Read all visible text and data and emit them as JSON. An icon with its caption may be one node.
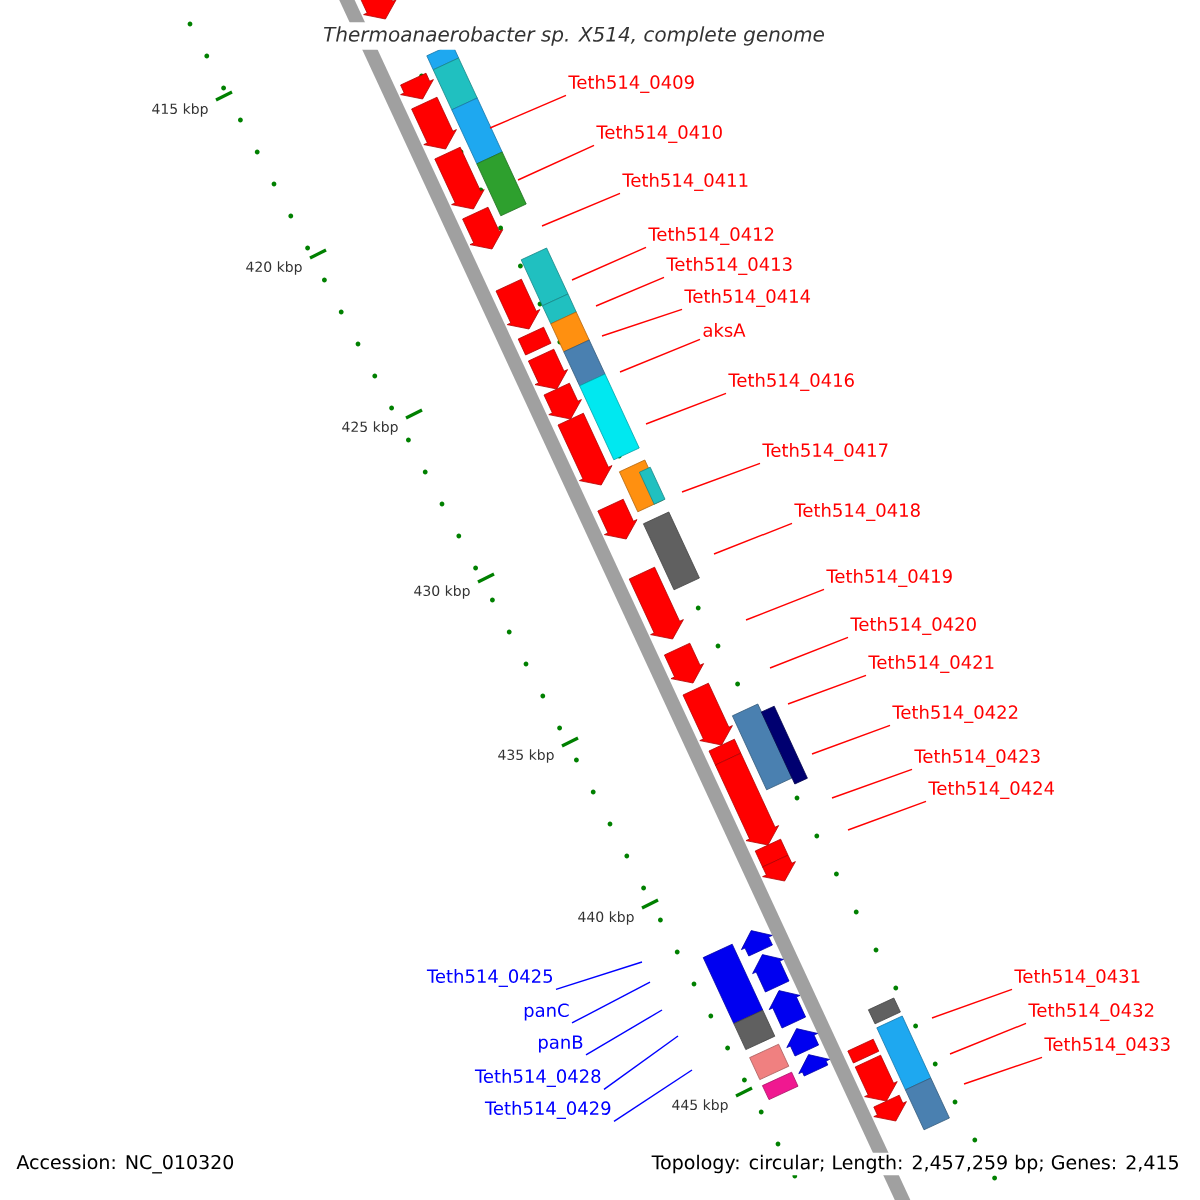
{
  "diagram": {
    "title": "Thermoanaerobacter sp. X514, complete genome",
    "nodes": [
      {
        "text": [
          "Teth514_0409"
        ]
      },
      {
        "text": [
          "Teth514_0410"
        ]
      },
      {
        "text": [
          "Teth514_0411"
        ]
      },
      {
        "text": [
          "Teth514_0412"
        ]
      },
      {
        "text": [
          "Teth514_0413"
        ]
      },
      {
        "text": [
          "Teth514_0414"
        ]
      },
      {
        "text": [
          "aksA"
        ]
      },
      {
        "text": [
          "Teth514_0416"
        ]
      },
      {
        "text": [
          "Teth514_0417"
        ]
      },
      {
        "text": [
          "Teth514_0418"
        ]
      },
      {
        "text": [
          "Teth514_0419"
        ]
      },
      {
        "text": [
          "Teth514_0420"
        ]
      },
      {
        "text": [
          "Teth514_0421"
        ]
      },
      {
        "text": [
          "Teth514_0422"
        ]
      },
      {
        "text": [
          "Teth514_0423"
        ]
      },
      {
        "text": [
          "Teth514_0424"
        ]
      },
      {
        "text": [
          "Teth514_0425"
        ]
      },
      {
        "text": [
          "panC"
        ]
      },
      {
        "text": [
          "panB"
        ]
      },
      {
        "text": [
          "Teth514_0428"
        ]
      },
      {
        "text": [
          "Teth514_0429"
        ]
      },
      {
        "text": [
          "Teth514_0431"
        ]
      },
      {
        "text": [
          "Teth514_0432"
        ]
      },
      {
        "text": [
          "Teth514_0433"
        ]
      }
    ],
    "edges": [
      {
        "from": 0,
        "to": null,
        "arrow": "none"
      },
      {
        "from": 1,
        "to": null,
        "arrow": "none"
      },
      {
        "from": 2,
        "to": null,
        "arrow": "none"
      },
      {
        "from": 3,
        "to": null,
        "arrow": "none"
      },
      {
        "from": 4,
        "to": null,
        "arrow": "none"
      },
      {
        "from": 5,
        "to": null,
        "arrow": "none"
      },
      {
        "from": 6,
        "to": null,
        "arrow": "none"
      },
      {
        "from": 7,
        "to": null,
        "arrow": "none"
      },
      {
        "from": 8,
        "to": null,
        "arrow": "none"
      },
      {
        "from": 9,
        "to": null,
        "arrow": "none"
      },
      {
        "from": 10,
        "to": null,
        "arrow": "none"
      },
      {
        "from": 11,
        "to": null,
        "arrow": "none"
      },
      {
        "from": 12,
        "to": null,
        "arrow": "none"
      },
      {
        "from": 13,
        "to": null,
        "arrow": "none"
      },
      {
        "from": 14,
        "to": null,
        "arrow": "none"
      },
      {
        "from": 15,
        "to": null,
        "arrow": "none"
      },
      {
        "from": 16,
        "to": null,
        "arrow": "none",
        "color": "#0000ff"
      },
      {
        "from": 17,
        "to": null,
        "arrow": "none",
        "color": "#0000ff"
      },
      {
        "from": 18,
        "to": null,
        "arrow": "none",
        "color": "#0000ff"
      },
      {
        "from": 19,
        "to": null,
        "arrow": "none",
        "color": "#0000ff"
      },
      {
        "from": 20,
        "to": null,
        "arrow": "none",
        "color": "#0000ff"
      },
      {
        "from": 21,
        "to": null,
        "arrow": "none"
      },
      {
        "from": 22,
        "to": null,
        "arrow": "none"
      },
      {
        "from": 23,
        "to": null,
        "arrow": "none"
      }
    ],
    "labels": [
      "415 kbp",
      "420 kbp",
      "425 kbp",
      "430 kbp",
      "435 kbp",
      "440 kbp",
      "445 kbp",
      "Accession: NC_010320",
      "Topology: circular; Length: 2,457,259 bp; Genes: 2,415"
    ]
  }
}
